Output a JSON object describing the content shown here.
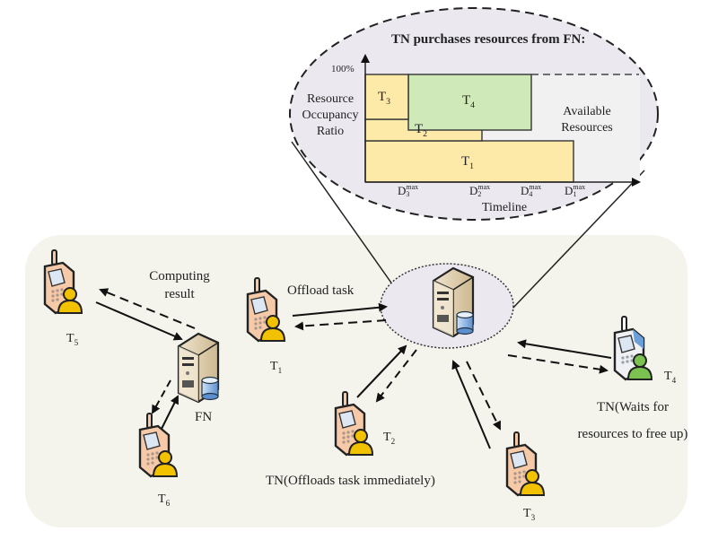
{
  "zoom_panel": {
    "title": "TN purchases resources from FN:",
    "y_axis_label_lines": [
      "Resource",
      "Occupancy",
      "Ratio"
    ],
    "y_tick": "100%",
    "x_axis_label": "Timeline",
    "available_label_lines": [
      "Available",
      "Resources"
    ],
    "x_ticks": [
      {
        "base": "D",
        "sub": "3",
        "sup": "max"
      },
      {
        "base": "D",
        "sub": "2",
        "sup": "max"
      },
      {
        "base": "D",
        "sub": "4",
        "sup": "max"
      },
      {
        "base": "D",
        "sub": "1",
        "sup": "max"
      }
    ],
    "blocks": [
      {
        "task": "T",
        "index": "1",
        "color": "#fde9a8"
      },
      {
        "task": "T",
        "index": "2",
        "color": "#fde9a8"
      },
      {
        "task": "T",
        "index": "3",
        "color": "#fde9a8"
      },
      {
        "task": "T",
        "index": "4",
        "color": "#cfe9b8"
      }
    ]
  },
  "network": {
    "computing_result_lines": [
      "Computing",
      "result"
    ],
    "offload_task": "Offload task",
    "fn_label": "FN",
    "terminals": [
      {
        "id": "T1",
        "base": "T",
        "sub": "1"
      },
      {
        "id": "T2",
        "base": "T",
        "sub": "2"
      },
      {
        "id": "T3",
        "base": "T",
        "sub": "3"
      },
      {
        "id": "T4",
        "base": "T",
        "sub": "4"
      },
      {
        "id": "T5",
        "base": "T",
        "sub": "5"
      },
      {
        "id": "T6",
        "base": "T",
        "sub": "6"
      }
    ],
    "tn_immediate": "TN(Offloads task immediately)",
    "tn_wait_lines": [
      "TN(Waits for",
      "resources to free up)"
    ]
  },
  "colors": {
    "panel_bg": "#f4f4ec",
    "zoom_bg": "#ebe8f0",
    "task_yellow": "#fde9a8",
    "task_green": "#cfe9b8",
    "user_yellow": "#f2c200",
    "user_green": "#7cc250",
    "phone_peach": "#f6c9a8",
    "phone_blue": "#6a9fd8"
  }
}
